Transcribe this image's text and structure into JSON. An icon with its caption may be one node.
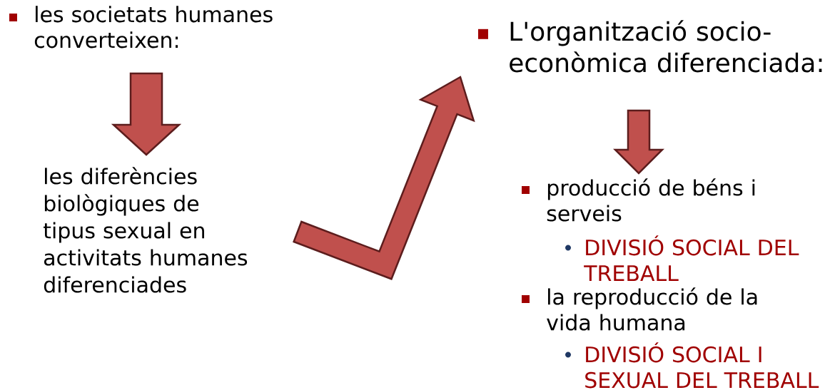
{
  "diagram": {
    "nodes": [
      {
        "text": [
          "les societats humanes converteixen:"
        ]
      },
      {
        "text": [
          "les diferències biològiques de tipus sexual en activitats humanes diferenciades"
        ]
      },
      {
        "text": [
          "L'organització socio-econòmica diferenciada:"
        ]
      },
      {
        "text": [
          "producció de béns i serveis"
        ]
      },
      {
        "text": [
          "DIVISIÓ SOCIAL DEL TREBALL"
        ]
      },
      {
        "text": [
          "la reproducció de la vida humana"
        ]
      },
      {
        "text": [
          "DIVISIÓ SOCIAL I SEXUAL DEL TREBALL"
        ]
      }
    ],
    "edges": [
      {
        "from": 0,
        "to": 1,
        "arrow": "to"
      },
      {
        "from": 1,
        "to": 2,
        "arrow": "to"
      },
      {
        "from": 2,
        "to": 3,
        "arrow": "to"
      }
    ]
  }
}
